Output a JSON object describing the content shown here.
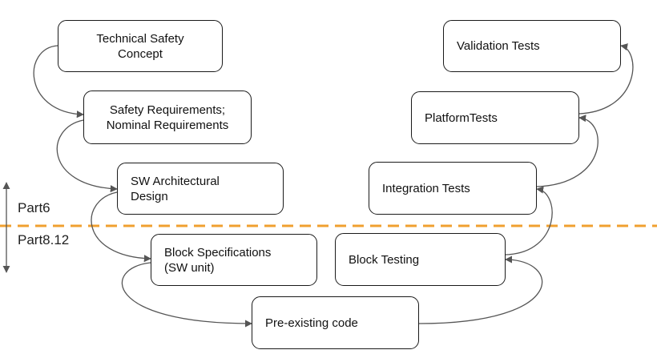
{
  "diagram": {
    "boxes": {
      "technical_safety_concept": "Technical Safety\nConcept",
      "safety_requirements": "Safety Requirements;\nNominal Requirements",
      "sw_architectural_design": "SW Architectural\nDesign",
      "block_specifications": "Block Specifications\n(SW unit)",
      "pre_existing_code": "Pre-existing code",
      "block_testing": "Block Testing",
      "integration_tests": "Integration Tests",
      "platform_tests": "PlatformTests",
      "validation_tests": "Validation Tests"
    },
    "labels": {
      "upper_part": "Part6",
      "lower_part": "Part8.12"
    },
    "colors": {
      "boundary_line": "#f0a030",
      "connector": "#555555",
      "box_border": "#1a1a1a"
    }
  }
}
